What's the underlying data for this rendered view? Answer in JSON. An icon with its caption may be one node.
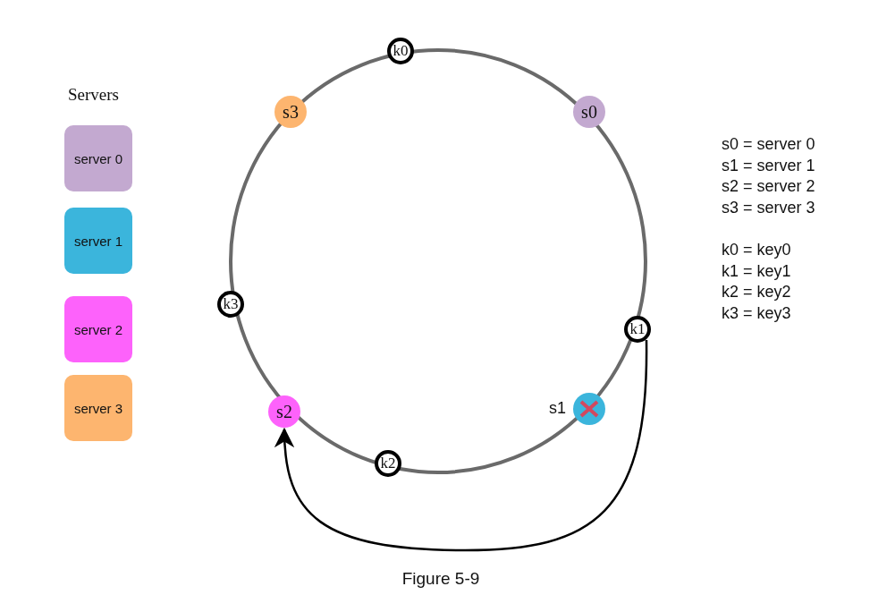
{
  "diagram": {
    "caption": "Figure 5-9",
    "nodes": [
      {
        "text": [
          "k0"
        ]
      },
      {
        "text": [
          "s3"
        ]
      },
      {
        "text": [
          "s0"
        ]
      },
      {
        "text": [
          "k3"
        ]
      },
      {
        "text": [
          "k1"
        ]
      },
      {
        "text": [
          "s2"
        ]
      },
      {
        "text": [],
        "shape": "circle",
        "beside": [
          "s1"
        ]
      },
      {
        "text": [
          "k2"
        ]
      }
    ],
    "edges": [
      {
        "from": 4,
        "to": 5,
        "arrow": "to"
      }
    ],
    "labels": [
      "Servers",
      "s0 = server 0",
      "s1 = server 1",
      "s2 = server 2",
      "s3 = server 3",
      "k0 = key0",
      "k1 = key1",
      "k2 = key2",
      "k3 = key3"
    ],
    "legend": [
      {
        "text": "server 0",
        "color": "#c3a9d0"
      },
      {
        "text": "server 1",
        "color": "#3bb5dc"
      },
      {
        "text": "server 2",
        "color": "#fd62fb"
      },
      {
        "text": "server 3",
        "color": "#fdb56f"
      }
    ]
  }
}
